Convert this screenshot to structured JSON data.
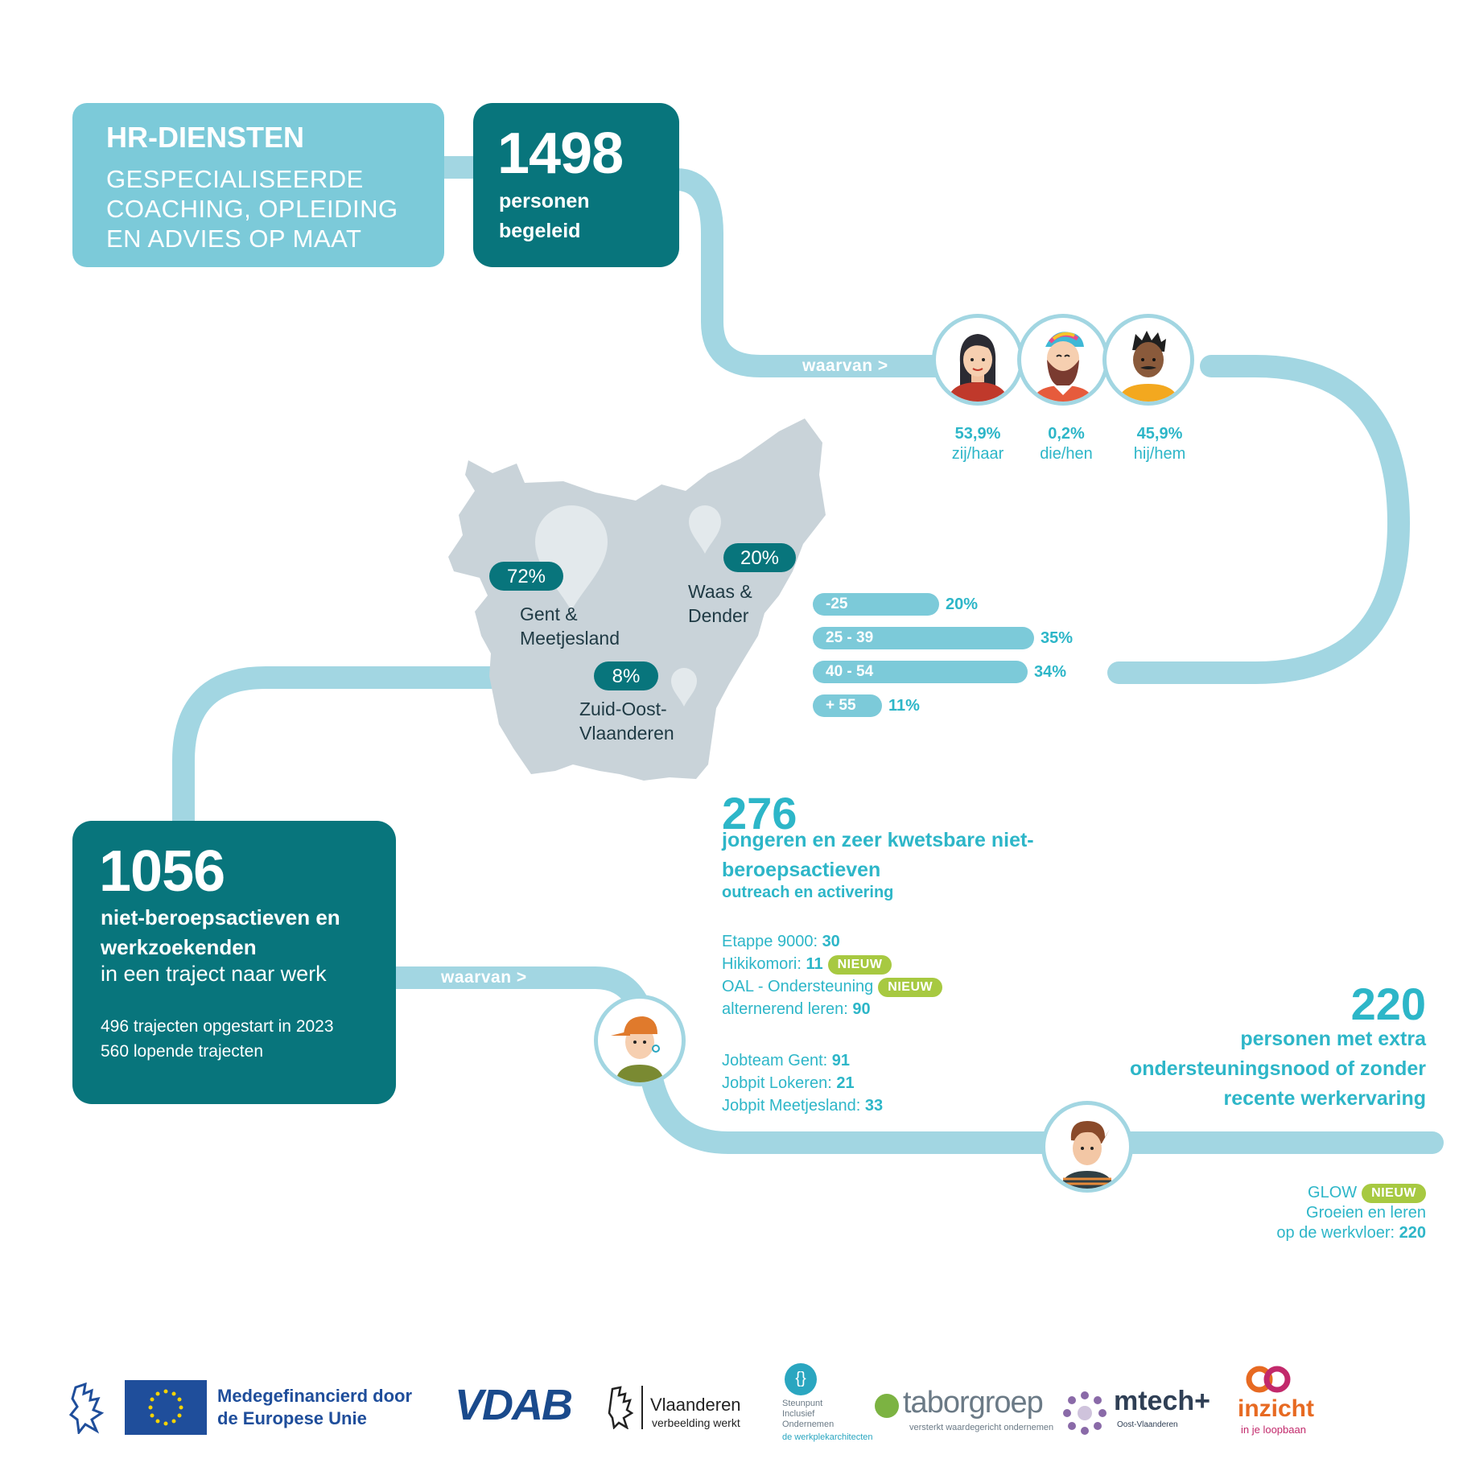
{
  "hr": {
    "title": "HR-DIENSTEN",
    "subtitle": "GESPECIALISEERDE COACHING, OPLEIDING EN ADVIES OP MAAT"
  },
  "box_1498": {
    "number": "1498",
    "label": "personen begeleid"
  },
  "waarvan_top": "waarvan >",
  "waarvan_bottom": "waarvan >",
  "gender": [
    {
      "pct": "53,9%",
      "label": "zij/haar",
      "icon": "woman-avatar-icon"
    },
    {
      "pct": "0,2%",
      "label": "die/hen",
      "icon": "rainbow-hair-avatar-icon"
    },
    {
      "pct": "45,9%",
      "label": "hij/hem",
      "icon": "man-avatar-icon"
    }
  ],
  "map": {
    "regions": [
      {
        "pct": "72%",
        "name": "Gent & Meetjesland"
      },
      {
        "pct": "20%",
        "name": "Waas & Dender"
      },
      {
        "pct": "8%",
        "name": "Zuid-Oost-Vlaanderen"
      }
    ]
  },
  "age_groups": [
    {
      "label": "-25",
      "pct": "20%",
      "value": 20
    },
    {
      "label": "25 - 39",
      "pct": "35%",
      "value": 35
    },
    {
      "label": "40 - 54",
      "pct": "34%",
      "value": 34
    },
    {
      "label": "+ 55",
      "pct": "11%",
      "value": 11
    }
  ],
  "box_1056": {
    "number": "1056",
    "bold_label": "niet-beroepsactieven en werkzoekenden",
    "sub_label": "in een traject naar werk",
    "line1": "496 trajecten opgestart in 2023",
    "line2": "560 lopende trajecten"
  },
  "youth": {
    "number": "276",
    "title": "jongeren en zeer kwetsbare niet-beroepsactieven",
    "subtitle": "outreach en activering",
    "programs": [
      {
        "label": "Etappe 9000: ",
        "value": "30",
        "badge": ""
      },
      {
        "label": "Hikikomori: ",
        "value": "11",
        "badge": "NIEUW"
      },
      {
        "label": "OAL - Ondersteuning",
        "value": "",
        "badge": "NIEUW"
      },
      {
        "label": "alternerend leren: ",
        "value": "90",
        "badge": ""
      }
    ],
    "jobteams": [
      {
        "label": "Jobteam Gent: ",
        "value": "91"
      },
      {
        "label": "Jobpit Lokeren: ",
        "value": "21"
      },
      {
        "label": "Jobpit Meetjesland: ",
        "value": "33"
      }
    ]
  },
  "support": {
    "number": "220",
    "title": "personen met extra ondersteuningsnood of zonder recente werkervaring",
    "glow_name": "GLOW",
    "glow_badge": "NIEUW",
    "glow_line1": "Groeien en leren",
    "glow_line2": "op de werkvloer: ",
    "glow_value": "220"
  },
  "footer": {
    "eu_text": "Medegefinancierd door de Europese Unie",
    "vdab": "VDAB",
    "vlaanderen_title": "Vlaanderen",
    "vlaanderen_sub": "verbeelding werkt",
    "steunpunt_lines": [
      "Steunpunt",
      "Inclusief",
      "Ondernemen"
    ],
    "steunpunt_sub": "de werkplekarchitecten",
    "tabor": "taborgroep",
    "tabor_sub": "versterkt waardegericht ondernemen",
    "mtech": "mtech+",
    "mtech_sub": "Oost-Vlaanderen",
    "inzicht": "inzicht",
    "inzicht_sub": "in je loopbaan"
  },
  "colors": {
    "path": "#a2d6e2",
    "teal_dark": "#08757c",
    "teal_light": "#7ccad9",
    "accent_text": "#2db6c8",
    "badge": "#a7c941",
    "map": "#c9d3d9"
  }
}
